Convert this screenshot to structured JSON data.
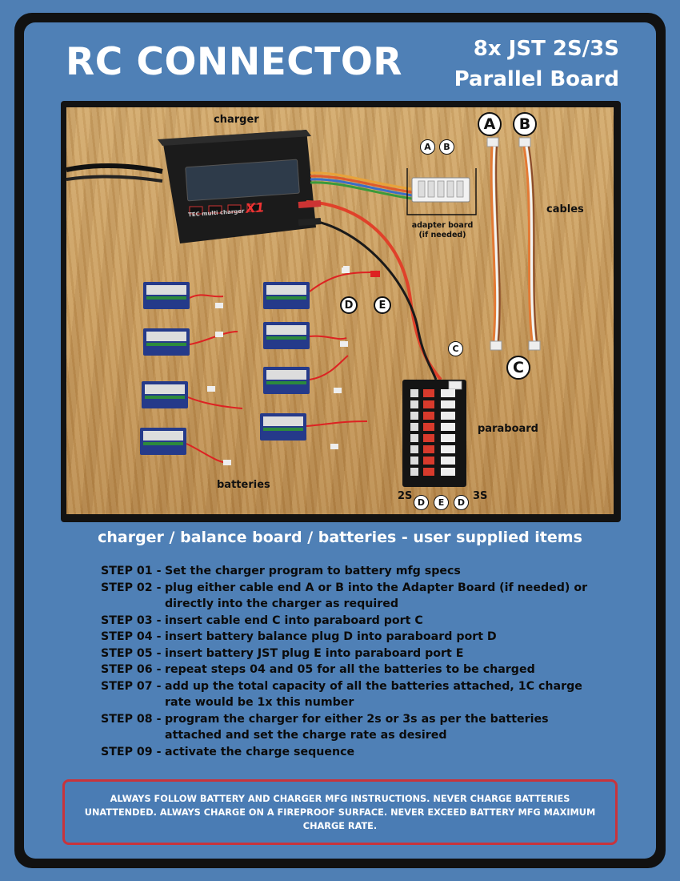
{
  "header": {
    "title": "RC CONNECTOR",
    "subtitle_line1": "8x JST 2S/3S",
    "subtitle_line2": "Parallel Board"
  },
  "photo": {
    "label_charger": "charger",
    "label_cables": "cables",
    "label_adapter_line1": "adapter board",
    "label_adapter_line2": "(if needed)",
    "label_batteries": "batteries",
    "label_paraboard": "paraboard",
    "label_2s": "2S",
    "label_3s": "3S",
    "charger_brand": "TEC multi charger",
    "charger_model": "X1",
    "markers": {
      "A": "A",
      "B": "B",
      "C": "C",
      "D": "D",
      "E": "E"
    }
  },
  "supplied_caption": "charger / balance board / batteries - user supplied items",
  "steps": [
    {
      "id": "STEP 01 -",
      "text": "Set the charger program to battery mfg specs",
      "cont": ""
    },
    {
      "id": "STEP 02 -",
      "text": "plug either cable end A or B into the Adapter Board (if needed) or",
      "cont": "directly into the charger as required"
    },
    {
      "id": "STEP 03 -",
      "text": "insert cable end C into paraboard port C",
      "cont": ""
    },
    {
      "id": "STEP 04 -",
      "text": "insert battery balance plug D into paraboard port D",
      "cont": ""
    },
    {
      "id": "STEP 05 -",
      "text": "insert battery JST plug E into paraboard port E",
      "cont": ""
    },
    {
      "id": "STEP 06 -",
      "text": "repeat steps 04 and 05 for all the batteries to be charged",
      "cont": ""
    },
    {
      "id": "STEP 07 -",
      "text": "add up the total capacity of all the batteries attached, 1C charge",
      "cont": "rate would be 1x this number"
    },
    {
      "id": "STEP 08 -",
      "text": "program the charger for either 2s or 3s as per the batteries",
      "cont": "attached and set the charge rate as desired"
    },
    {
      "id": "STEP 09 -",
      "text": "activate the charge sequence",
      "cont": ""
    }
  ],
  "warning": "ALWAYS FOLLOW BATTERY AND CHARGER MFG INSTRUCTIONS. NEVER CHARGE BATTERIES UNATTENDED. ALWAYS CHARGE ON A FIREPROOF SURFACE. NEVER EXCEED BATTERY MFG MAXIMUM CHARGE RATE.",
  "colors": {
    "background": "#4f80b6",
    "frame": "#111111",
    "warning_border": "#c8343c",
    "wood": "#c89a5a",
    "wire_red": "#e0412a"
  }
}
